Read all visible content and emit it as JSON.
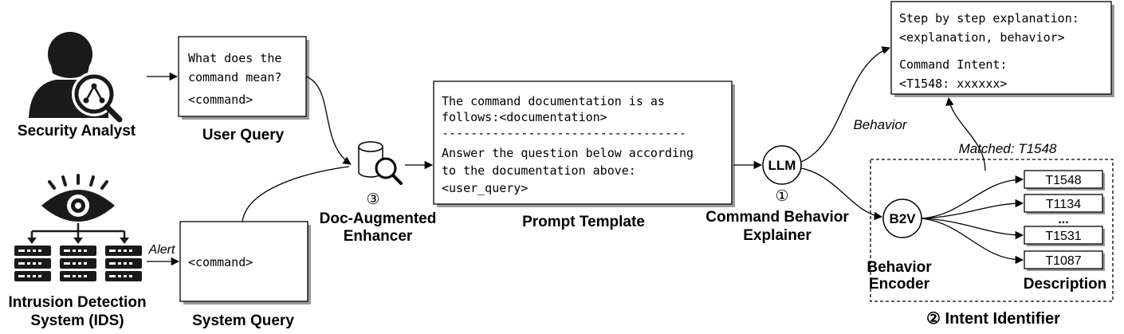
{
  "actors": {
    "analyst_label": "Security Analyst",
    "ids_label_line1": "Intrusion Detection",
    "ids_label_line2": "System (IDS)"
  },
  "user_query": {
    "line1": "What does the",
    "line2": "command mean?",
    "line3": "<command>",
    "caption": "User Query"
  },
  "system_query": {
    "text": "<command>",
    "caption": "System Query",
    "alert_label": "Alert"
  },
  "enhancer": {
    "number": "③",
    "caption_line1": "Doc-Augmented",
    "caption_line2": "Enhancer"
  },
  "prompt_template": {
    "line1": "The command documentation is as",
    "line2": "follows:<documentation>",
    "divider": "----------------------------------",
    "line3": "Answer the question below according",
    "line4": "to the documentation above:",
    "line5": "<user_query>",
    "caption": "Prompt Template"
  },
  "explainer": {
    "node_label": "LLM",
    "number": "①",
    "caption_line1": "Command Behavior",
    "caption_line2": "Explainer"
  },
  "output": {
    "line1": "Step by step explanation:",
    "line2": "<explanation, behavior>",
    "line3": "Command Intent:",
    "line4": "<T1548: xxxxxx>"
  },
  "edges": {
    "behavior_label": "Behavior",
    "matched_label": "Matched: T1548"
  },
  "intent_identifier": {
    "encoder_node": "B2V",
    "encoder_caption_line1": "Behavior",
    "encoder_caption_line2": "Encoder",
    "descriptions": [
      "T1548",
      "T1134",
      "T1531",
      "T1087"
    ],
    "ellipsis": "...",
    "description_caption": "Description",
    "title": "② Intent Identifier"
  }
}
